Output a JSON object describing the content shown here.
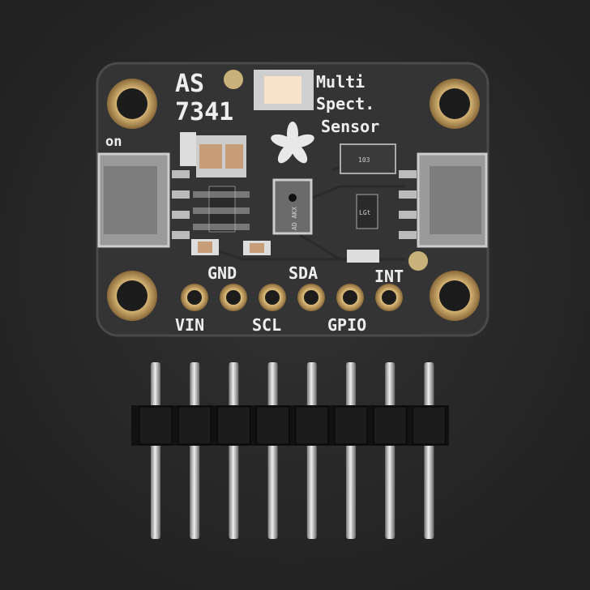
{
  "board": {
    "title_line1": "AS",
    "title_line2": "7341",
    "desc_line1": "Multi",
    "desc_line2": "Spect.",
    "desc_line3": "Sensor",
    "led_label": "on",
    "pins_top": [
      "GND",
      "SDA",
      "INT"
    ],
    "pins_bottom": [
      "VIN",
      "SCL",
      "GPIO"
    ],
    "chip_marks": [
      "103",
      "AD AKX",
      "LGt"
    ]
  },
  "colors": {
    "background": "#262626",
    "pcb": "#333333",
    "gold": "#b8955a",
    "silkscreen": "#eeeeee",
    "header": "#111111",
    "pin": "#c8c8c8"
  },
  "header_pin_count": 8
}
